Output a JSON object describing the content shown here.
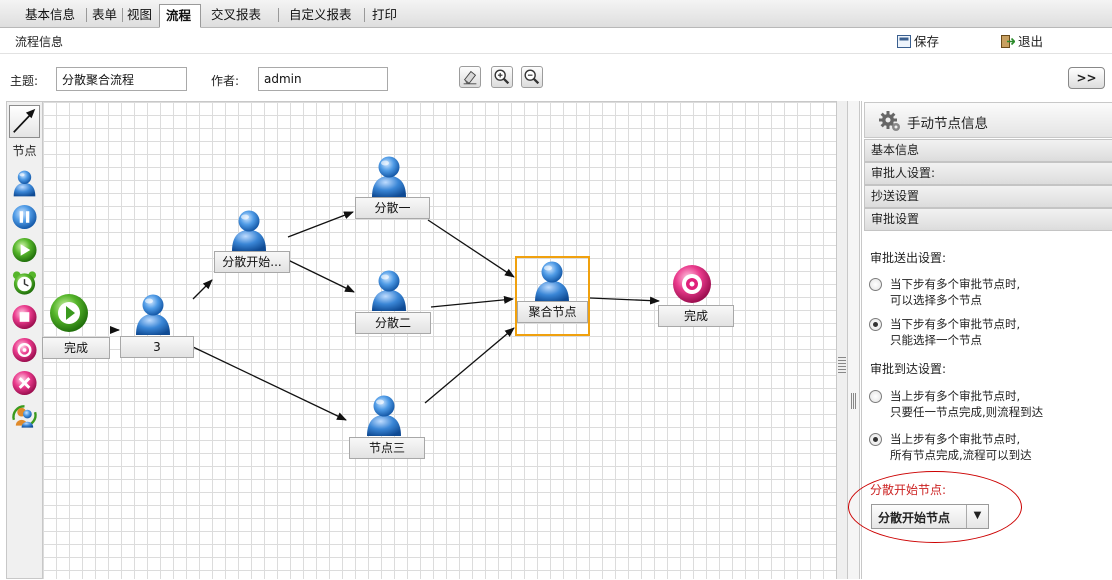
{
  "tabs": [
    {
      "label": "基本信息",
      "active": false
    },
    {
      "label": "表单",
      "active": false
    },
    {
      "label": "视图",
      "active": false
    },
    {
      "label": "流程",
      "active": true
    },
    {
      "label": "交叉报表",
      "active": false
    },
    {
      "label": "自定义报表",
      "active": false
    },
    {
      "label": "打印",
      "active": false
    }
  ],
  "subbar": {
    "title": "流程信息",
    "save_label": "保存",
    "exit_label": "退出"
  },
  "form": {
    "subject_label": "主题:",
    "subject_value": "分散聚合流程",
    "author_label": "作者:",
    "author_value": "admin",
    "expand_label": ">>"
  },
  "toolbox": {
    "nodes_label": "节点"
  },
  "nodes": {
    "start": "完成",
    "n3": "3",
    "split_start": "分散开始...",
    "split1": "分散一",
    "split2": "分散二",
    "node3": "节点三",
    "join": "聚合节点",
    "end": "完成"
  },
  "panel": {
    "title": "手动节点信息",
    "sections": [
      "基本信息",
      "审批人设置:",
      "抄送设置",
      "审批设置"
    ],
    "send_group": "审批送出设置:",
    "send_options": [
      {
        "line1": "当下步有多个审批节点时,",
        "line2": "可以选择多个节点",
        "checked": false
      },
      {
        "line1": "当下步有多个审批节点时,",
        "line2": "只能选择一个节点",
        "checked": true
      }
    ],
    "arrive_group": "审批到达设置:",
    "arrive_options": [
      {
        "line1": "当上步有多个审批节点时,",
        "line2": "只要任一节点完成,则流程到达",
        "checked": false
      },
      {
        "line1": "当上步有多个审批节点时,",
        "line2": "所有节点完成,流程可以到达",
        "checked": true
      }
    ],
    "split_label": "分散开始节点:",
    "split_select": "分散开始节点"
  },
  "colors": {
    "accent_select": "#f0a10e",
    "highlight_red": "#cc2222",
    "person_blue": "#2a7fd0",
    "start_green": "#3a9a1e",
    "end_pink": "#e0207a"
  }
}
